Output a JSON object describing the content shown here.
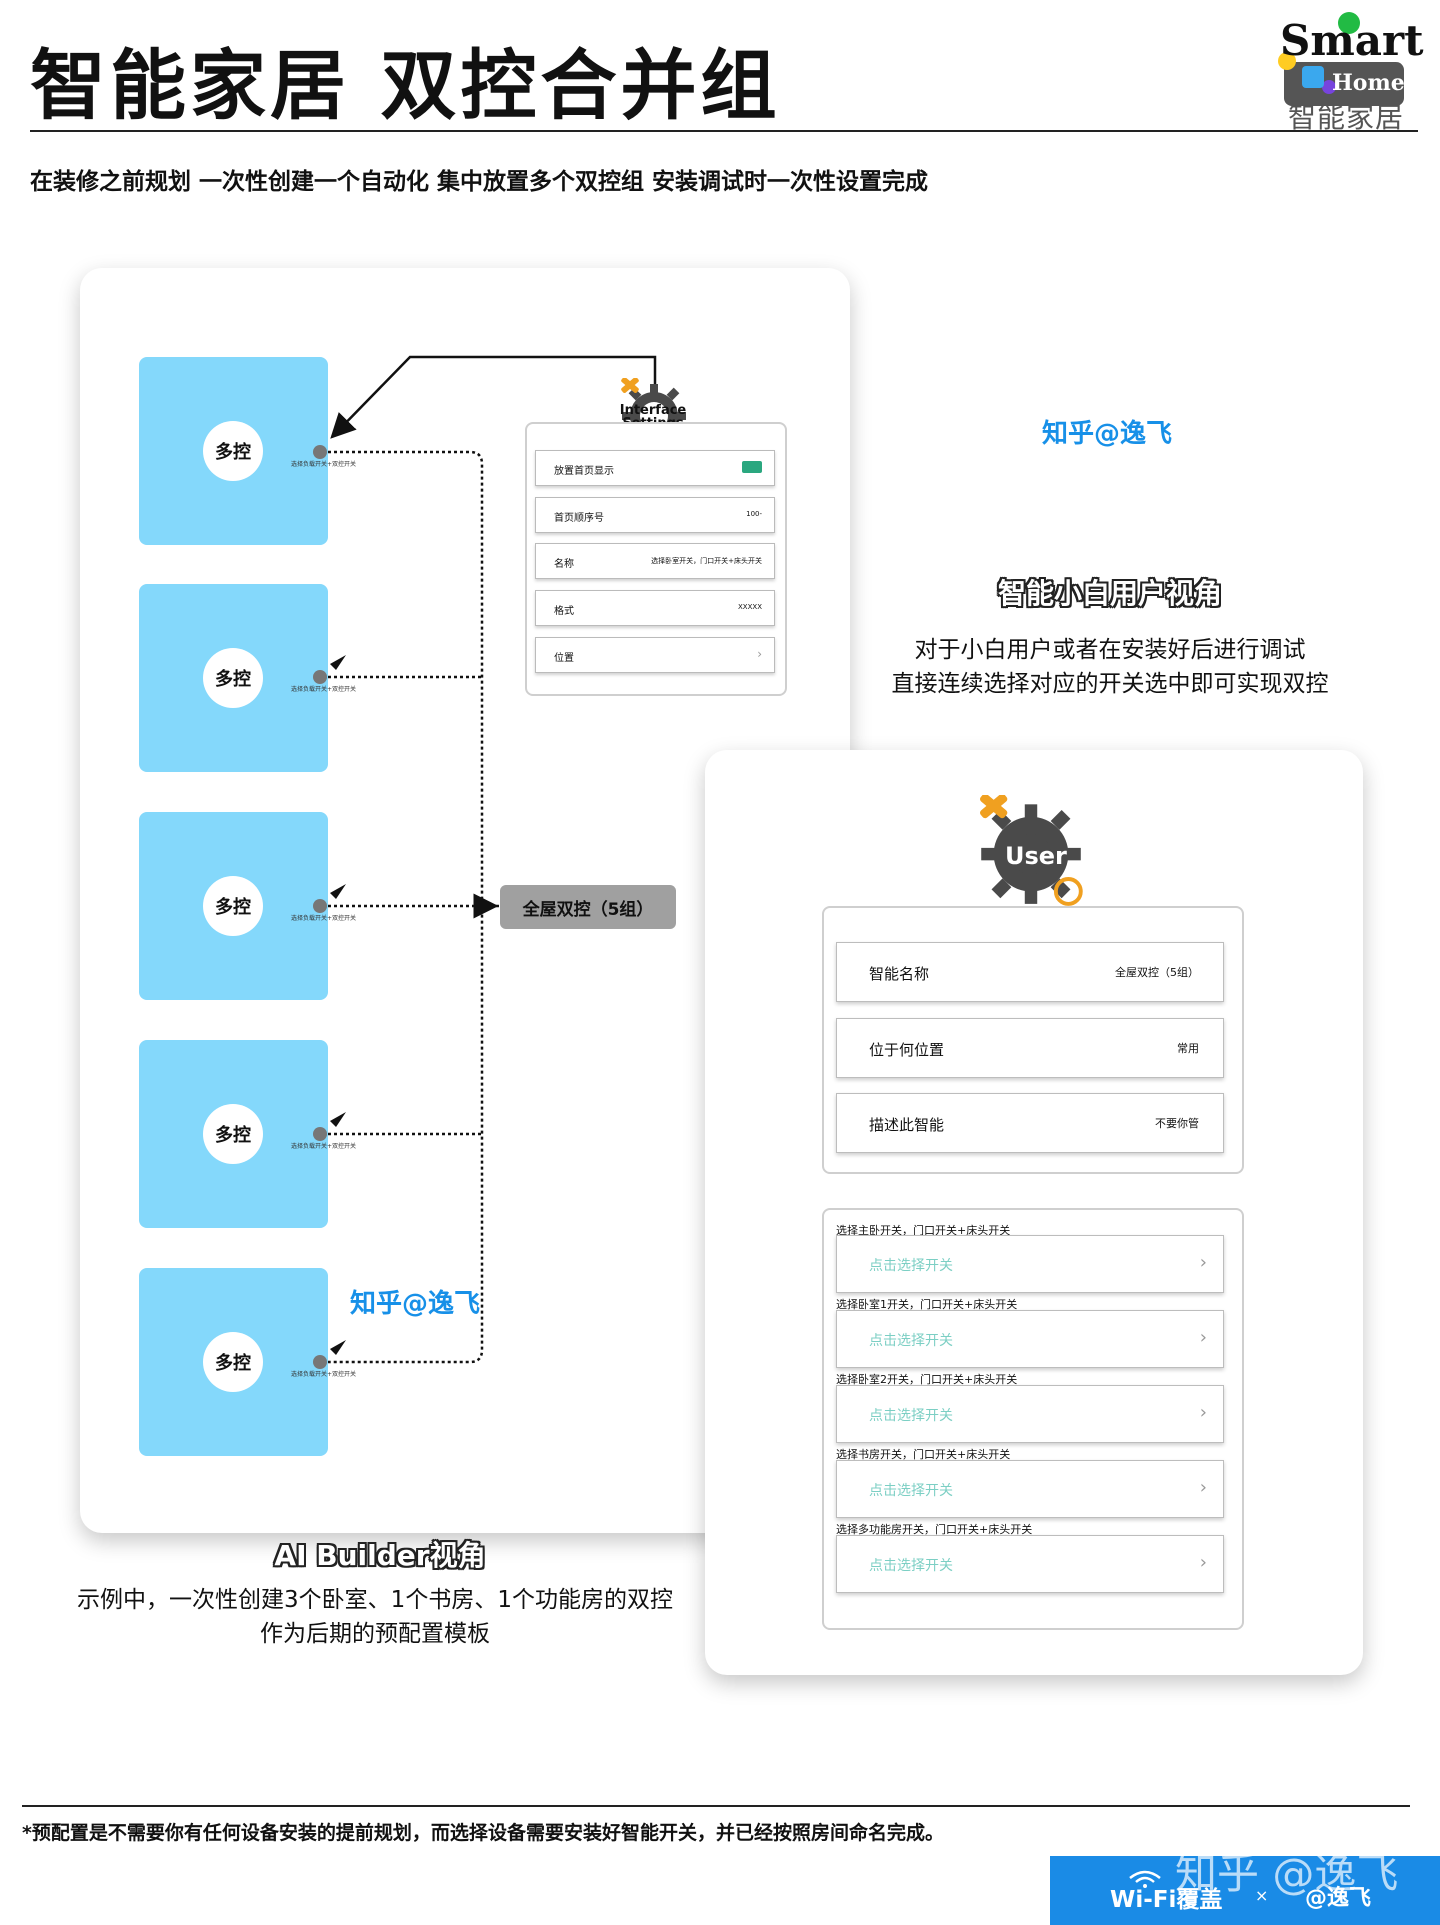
{
  "header": {
    "title": "智能家居  双控合并组",
    "subtitle": "在装修之前规划  一次性创建一个自动化  集中放置多个双控组  安装调试时一次性设置完成"
  },
  "logo": {
    "smart": "Smart",
    "home": "Home",
    "cn": "智能家居"
  },
  "builder": {
    "tiles": [
      {
        "label": "多控",
        "small": "选择负载开关+双控开关"
      },
      {
        "label": "多控",
        "small": "选择负载开关+双控开关"
      },
      {
        "label": "多控",
        "small": "选择负载开关+双控开关"
      },
      {
        "label": "多控",
        "small": "选择负载开关+双控开关"
      },
      {
        "label": "多控",
        "small": "选择负载开关+双控开关"
      }
    ],
    "hub_label": "全屋双控（5组）",
    "gear_label": "Interface Settings",
    "settings_rows": [
      {
        "label": "放置首页显示",
        "value": ""
      },
      {
        "label": "首页顺序号",
        "value": "100-"
      },
      {
        "label": "名称",
        "value": "选择卧室开关，门口开关+床头开关"
      },
      {
        "label": "格式",
        "value": "XXXXX"
      },
      {
        "label": "位置",
        "value": "›"
      }
    ],
    "watermark": "知乎@逸飞",
    "caption_title": "AI Builder视角",
    "caption_lines": [
      "示例中，一次性创建3个卧室、1个书房、1个功能房的双控",
      "作为后期的预配置模板"
    ]
  },
  "user": {
    "watermark": "知乎@逸飞",
    "caption_title": "智能小白用户视角",
    "caption_lines": [
      "对于小白用户或者在安装好后进行调试",
      "直接连续选择对应的开关选中即可实现双控"
    ],
    "gear_label": "User",
    "info_rows": [
      {
        "label": "智能名称",
        "value": "全屋双控（5组）"
      },
      {
        "label": "位于何位置",
        "value": "常用"
      },
      {
        "label": "描述此智能",
        "value": "不要你管"
      }
    ],
    "switch_rows": [
      {
        "label": "选择主卧开关，门口开关+床头开关",
        "placeholder": "点击选择开关"
      },
      {
        "label": "选择卧室1开关，门口开关+床头开关",
        "placeholder": "点击选择开关"
      },
      {
        "label": "选择卧室2开关，门口开关+床头开关",
        "placeholder": "点击选择开关"
      },
      {
        "label": "选择书房开关，门口开关+床头开关",
        "placeholder": "点击选择开关"
      },
      {
        "label": "选择多功能房开关，门口开关+床头开关",
        "placeholder": "点击选择开关"
      }
    ],
    "chevron": "›"
  },
  "footer": {
    "note": "*预配置是不需要你有任何设备安装的提前规划，而选择设备需要安装好智能开关，并已经按照房间命名完成。",
    "banner_main": "Wi-Fi覆盖",
    "banner_x": "×",
    "banner_handle": "@逸飞",
    "banner_watermark": "知乎 @逸飞"
  },
  "colors": {
    "tile": "#84d8fb",
    "hub": "#a0a0a0",
    "accent_blue": "#1790e8",
    "toggle": "#2aa77f",
    "placeholder": "#7ccfc4",
    "gear": "#4a4a4a",
    "gear_accent": "#f0a020"
  }
}
